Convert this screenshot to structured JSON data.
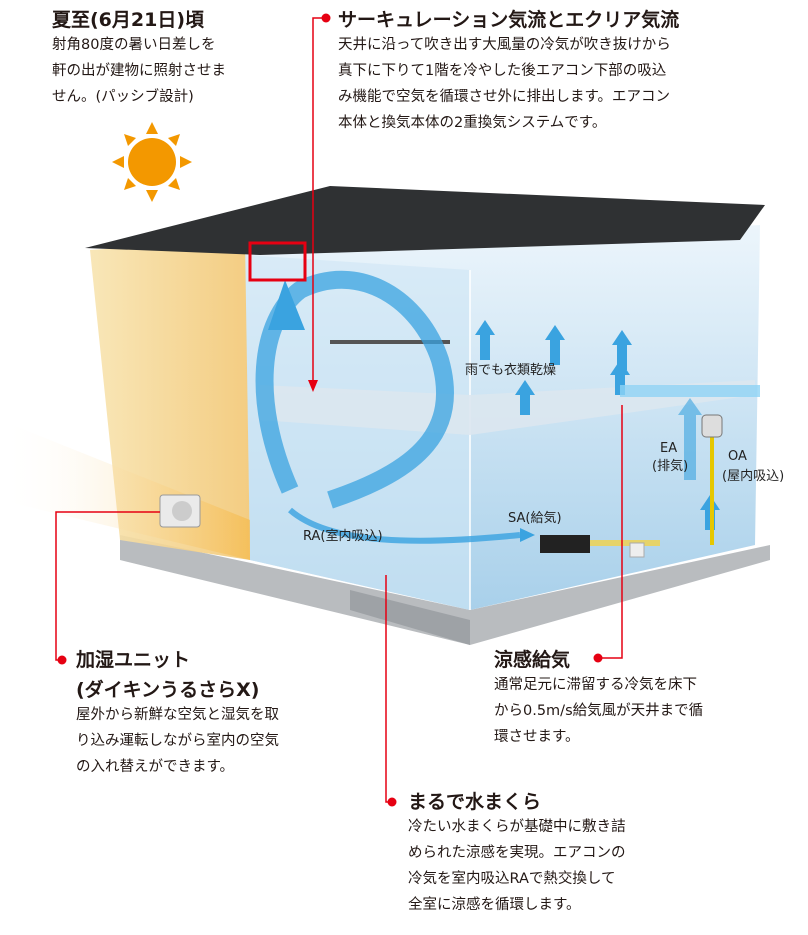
{
  "colors": {
    "accent": "#e60012",
    "sun": "#f39800",
    "air": "#3aa3e0",
    "roof": "#2f3133"
  },
  "solstice": {
    "title": "夏至(6月21日)頃",
    "lines": [
      "射角80度の暑い日差しを",
      "軒の出が建物に照射させま",
      "せん。(パッシブ設計)"
    ]
  },
  "circulation": {
    "title": "サーキュレーション気流とエクリア気流",
    "lines": [
      "天井に沿って吹き出す大風量の冷気が吹き抜けから",
      "真下に下りて1階を冷やした後エアコン下部の吸込",
      "み機能で空気を循環させ外に排出します。エアコン",
      "本体と換気本体の2重換気システムです。"
    ]
  },
  "humidifier": {
    "title": "加湿ユニット",
    "subtitle": "(ダイキンうるさらX)",
    "lines": [
      "屋外から新鮮な空気と湿気を取",
      "り込み運転しながら室内の空気",
      "の入れ替えができます。"
    ]
  },
  "cool_supply": {
    "title": "涼感給気",
    "lines": [
      "通常足元に滞留する冷気を床下",
      "から0.5m/s給気風が天井まで循",
      "環させます。"
    ]
  },
  "water_pillow": {
    "title": "まるで水まくら",
    "lines": [
      "冷たい水まくらが基礎中に敷き詰",
      "められた涼感を実現。エアコンの",
      "冷気を室内吸込RAで熱交換して",
      "全室に涼感を循環します。"
    ]
  },
  "diagram_labels": {
    "laundry": "雨でも衣類乾燥",
    "ea": "EA",
    "ea_sub": "(排気)",
    "oa": "OA",
    "oa_sub": "(屋内吸込)",
    "sa": "SA(給気)",
    "ra": "RA(室内吸込)"
  }
}
